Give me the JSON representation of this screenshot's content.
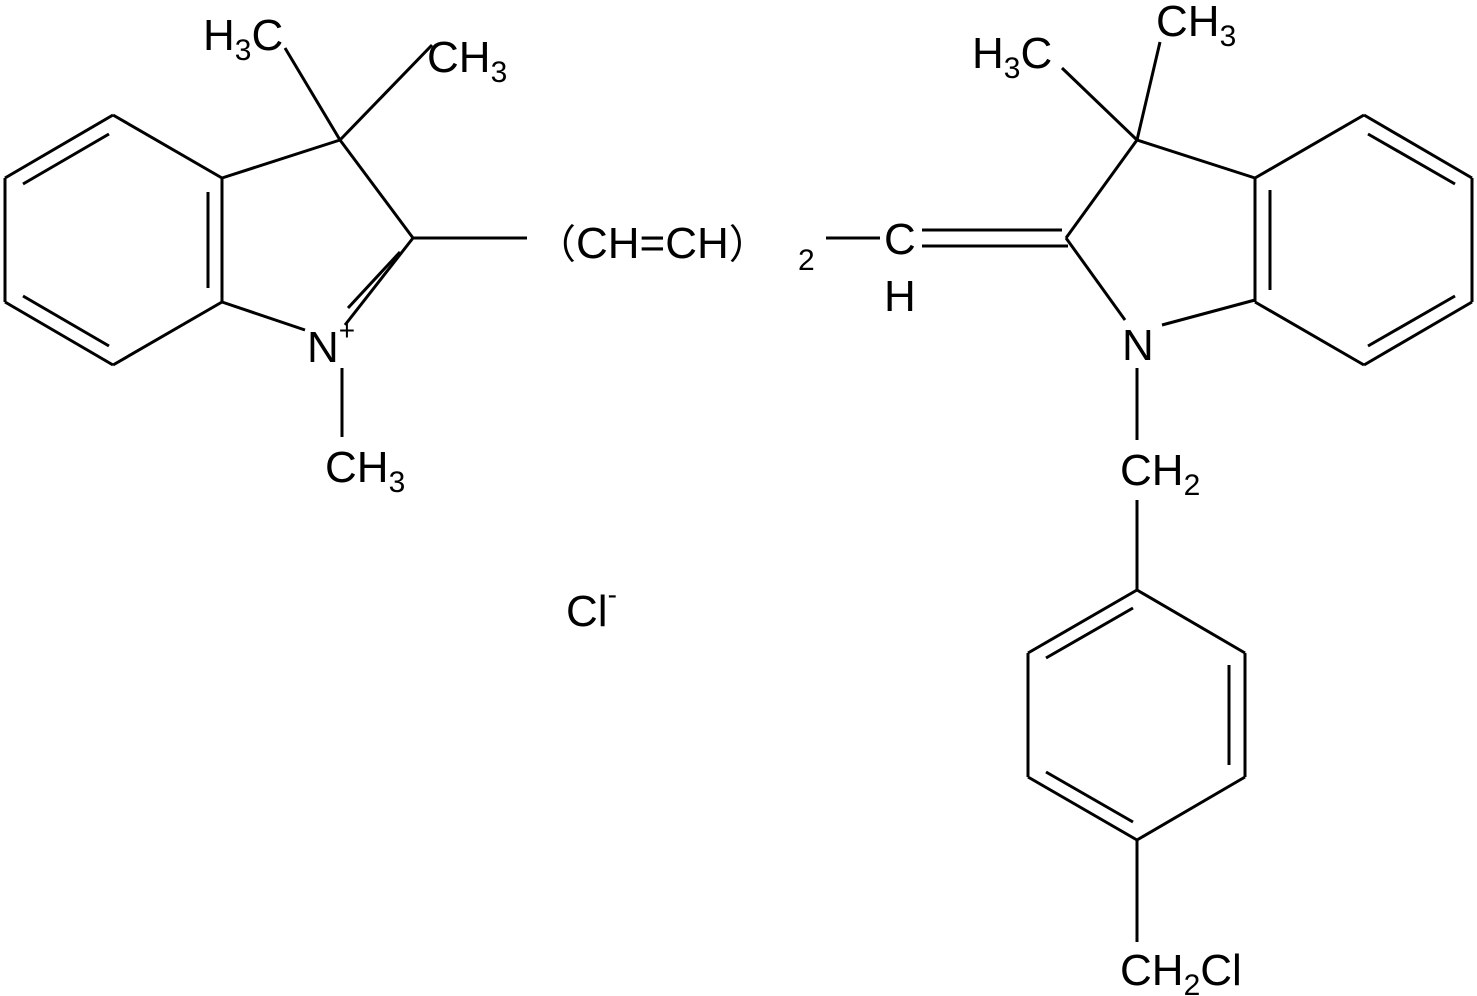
{
  "molecule": {
    "left_indolium": {
      "gem_methyl_1": {
        "main": "H",
        "sub": "3",
        "tail": "C"
      },
      "gem_methyl_2": {
        "main": "CH",
        "sub": "3"
      },
      "nitrogen": {
        "main": "N",
        "charge": "+"
      },
      "n_methyl": {
        "main": "CH",
        "sub": "3"
      }
    },
    "polymethine_chain": {
      "open_paren": "（",
      "repeat_unit": "CH=CH",
      "close_paren": "）",
      "repeat_count": "2",
      "terminal_carbon": "C",
      "terminal_hydrogen": "H"
    },
    "right_indoline": {
      "gem_methyl_1": {
        "main": "H",
        "sub": "3",
        "tail": "C"
      },
      "gem_methyl_2": {
        "main": "CH",
        "sub": "3"
      },
      "nitrogen": {
        "main": "N"
      },
      "methylene": {
        "main": "CH",
        "sub": "2"
      },
      "chloromethyl": {
        "main": "CH",
        "sub": "2",
        "tail": "Cl"
      }
    },
    "counter_ion": {
      "main": "Cl",
      "charge": "-"
    }
  }
}
